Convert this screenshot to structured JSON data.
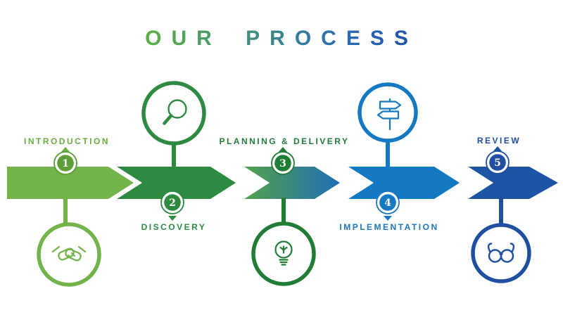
{
  "title": {
    "text": "OUR PROCESS",
    "gradient": [
      "#5bb043",
      "#3f8f7c",
      "#2a6db5",
      "#1f51a6"
    ]
  },
  "steps": [
    {
      "num": "1",
      "label": "INTRODUCTION",
      "icon": "handshake-icon",
      "label_position": "above",
      "icon_position": "below",
      "arrow_color": "#72b34a",
      "node_color": "#5d9e36",
      "label_color": "#6aae43"
    },
    {
      "num": "2",
      "label": "DISCOVERY",
      "icon": "magnifier-icon",
      "label_position": "below",
      "icon_position": "above",
      "arrow_color": "#2e8941",
      "node_color": "#2e8941",
      "label_color": "#2e8941"
    },
    {
      "num": "3",
      "label": "PLANNING & DELIVERY",
      "icon": "lightbulb-icon",
      "label_position": "above",
      "icon_position": "below",
      "arrow_gradient": [
        "#54a14b",
        "#1f6fb6"
      ],
      "node_color": "#1f7d35",
      "label_color": "#227a3c"
    },
    {
      "num": "4",
      "label": "IMPLEMENTATION",
      "icon": "signpost-icon",
      "label_position": "below",
      "icon_position": "above",
      "arrow_color": "#1578c2",
      "node_color": "#1578c2",
      "label_color": "#1b76bd"
    },
    {
      "num": "5",
      "label": "REVIEW",
      "icon": "glasses-icon",
      "label_position": "above",
      "icon_position": "below",
      "arrow_color": "#1d54a4",
      "node_color": "#1e4fa0",
      "label_color": "#1e4fa0"
    }
  ]
}
